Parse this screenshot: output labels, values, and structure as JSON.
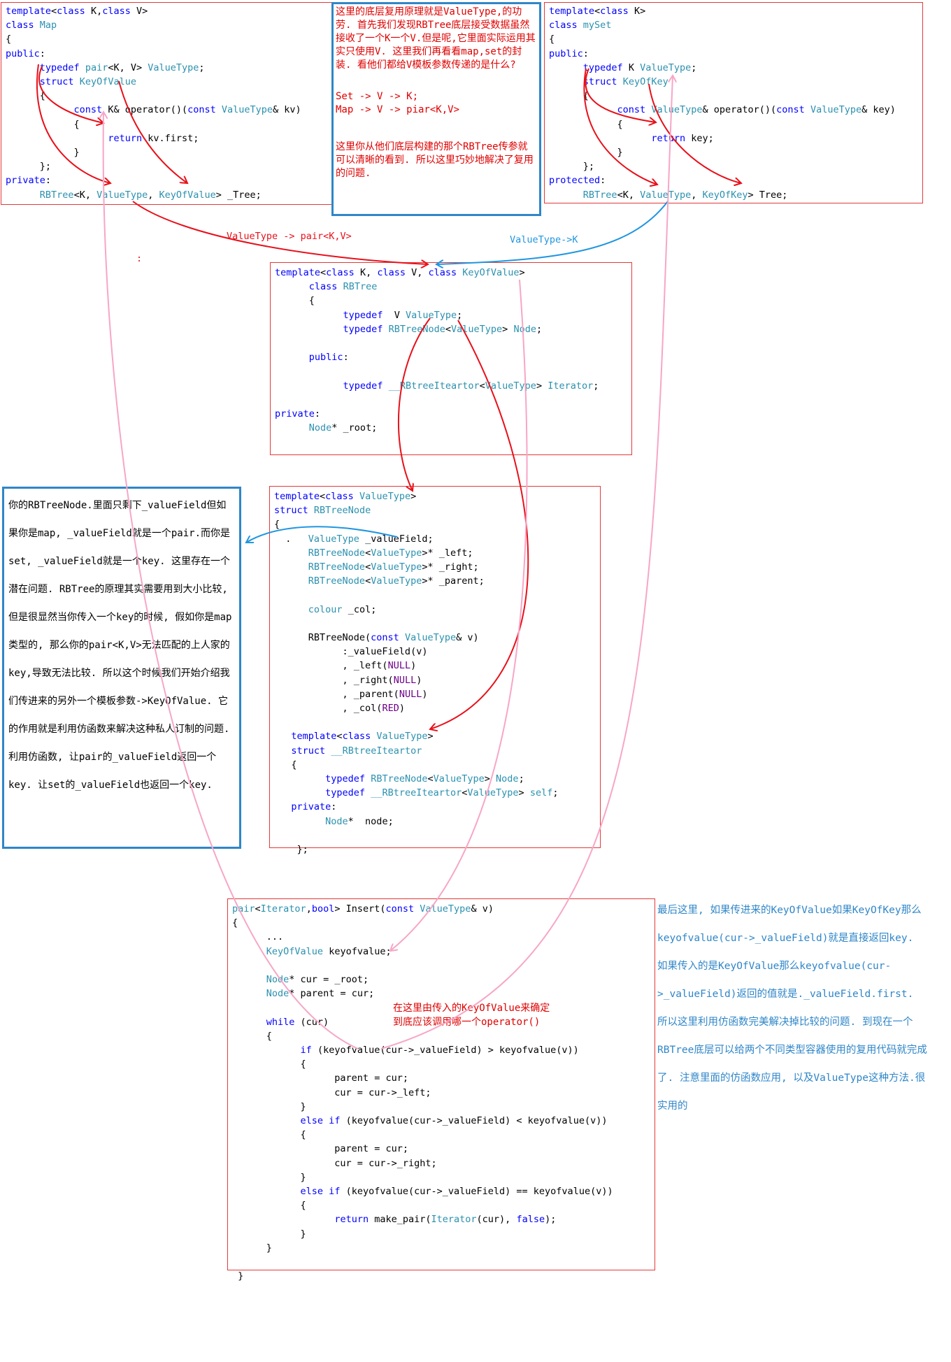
{
  "map_box": {
    "lines": [
      [
        {
          "t": "template",
          "c": "kw"
        },
        {
          "t": "<"
        },
        {
          "t": "class",
          "c": "kw"
        },
        {
          "t": " K,"
        },
        {
          "t": "class",
          "c": "kw"
        },
        {
          "t": " V>"
        }
      ],
      [
        {
          "t": "class",
          "c": "kw"
        },
        {
          "t": " "
        },
        {
          "t": "Map",
          "c": "ty"
        }
      ],
      [
        {
          "t": "{"
        }
      ],
      [
        {
          "t": "public",
          "c": "kw"
        },
        {
          "t": ":"
        }
      ],
      [
        {
          "t": "      "
        },
        {
          "t": "typedef",
          "c": "kw"
        },
        {
          "t": " "
        },
        {
          "t": "pair",
          "c": "ty"
        },
        {
          "t": "<K, V> "
        },
        {
          "t": "ValueType",
          "c": "ty"
        },
        {
          "t": ";"
        }
      ],
      [
        {
          "t": "      "
        },
        {
          "t": "struct",
          "c": "kw"
        },
        {
          "t": " "
        },
        {
          "t": "KeyOfValue",
          "c": "ty"
        }
      ],
      [
        {
          "t": "      {"
        }
      ],
      [
        {
          "t": "            "
        },
        {
          "t": "const",
          "c": "kw"
        },
        {
          "t": " K& operator()("
        },
        {
          "t": "const",
          "c": "kw"
        },
        {
          "t": " "
        },
        {
          "t": "ValueType",
          "c": "ty"
        },
        {
          "t": "& kv)"
        }
      ],
      [
        {
          "t": "            {"
        }
      ],
      [
        {
          "t": "                  "
        },
        {
          "t": "return",
          "c": "kw"
        },
        {
          "t": " kv.first;"
        }
      ],
      [
        {
          "t": "            }"
        }
      ],
      [
        {
          "t": "      };"
        }
      ],
      [
        {
          "t": "private",
          "c": "kw"
        },
        {
          "t": ":"
        }
      ],
      [
        {
          "t": "      "
        },
        {
          "t": "RBTree",
          "c": "ty"
        },
        {
          "t": "<K, "
        },
        {
          "t": "ValueType",
          "c": "ty"
        },
        {
          "t": ", "
        },
        {
          "t": "KeyOfValue",
          "c": "ty"
        },
        {
          "t": "> _Tree;"
        }
      ]
    ]
  },
  "center_note": {
    "para1": "这里的底层复用原理就是ValueType,的功劳. 首先我们发现RBTree底层接受数据虽然接收了一个K一个V.但是呢,它里面实际运用其实只使用V. 这里我们再看看map,set的封装. 看他们都给V模板参数传递的是什么?",
    "line_set": "Set -> V -> K;",
    "line_map": "Map -> V -> piar<K,V>",
    "para2": "这里你从他们底层构建的那个RBTree传参就可以清晰的看到. 所以这里巧妙地解决了复用的问题."
  },
  "set_box": {
    "lines": [
      [
        {
          "t": "template",
          "c": "kw"
        },
        {
          "t": "<"
        },
        {
          "t": "class",
          "c": "kw"
        },
        {
          "t": " K>"
        }
      ],
      [
        {
          "t": "class",
          "c": "kw"
        },
        {
          "t": " "
        },
        {
          "t": "mySet",
          "c": "ty"
        }
      ],
      [
        {
          "t": "{"
        }
      ],
      [
        {
          "t": "public",
          "c": "kw"
        },
        {
          "t": ":"
        }
      ],
      [
        {
          "t": "      "
        },
        {
          "t": "typedef",
          "c": "kw"
        },
        {
          "t": " K "
        },
        {
          "t": "ValueType",
          "c": "ty"
        },
        {
          "t": ";"
        }
      ],
      [
        {
          "t": "      "
        },
        {
          "t": "struct",
          "c": "kw"
        },
        {
          "t": " "
        },
        {
          "t": "KeyOfKey",
          "c": "ty"
        }
      ],
      [
        {
          "t": "      {"
        }
      ],
      [
        {
          "t": "            "
        },
        {
          "t": "const",
          "c": "kw"
        },
        {
          "t": " "
        },
        {
          "t": "ValueType",
          "c": "ty"
        },
        {
          "t": "& operator()("
        },
        {
          "t": "const",
          "c": "kw"
        },
        {
          "t": " "
        },
        {
          "t": "ValueType",
          "c": "ty"
        },
        {
          "t": "& key)"
        }
      ],
      [
        {
          "t": "            {"
        }
      ],
      [
        {
          "t": "                  "
        },
        {
          "t": "return",
          "c": "kw"
        },
        {
          "t": " key;"
        }
      ],
      [
        {
          "t": "            }"
        }
      ],
      [
        {
          "t": "      };"
        }
      ],
      [
        {
          "t": "protected",
          "c": "kw"
        },
        {
          "t": ":"
        }
      ],
      [
        {
          "t": "      "
        },
        {
          "t": "RBTree",
          "c": "ty"
        },
        {
          "t": "<K, "
        },
        {
          "t": "ValueType",
          "c": "ty"
        },
        {
          "t": ", "
        },
        {
          "t": "KeyOfKey",
          "c": "ty"
        },
        {
          "t": "> Tree;"
        }
      ]
    ]
  },
  "arrow_labels": {
    "map_to_rbtree": "ValueType -> pair<K,V>",
    "set_to_rbtree": "ValueType->K",
    "stray_colon": ":"
  },
  "rbtree_box": {
    "lines": [
      [
        {
          "t": "template",
          "c": "kw"
        },
        {
          "t": "<"
        },
        {
          "t": "class",
          "c": "kw"
        },
        {
          "t": " K, "
        },
        {
          "t": "class",
          "c": "kw"
        },
        {
          "t": " V, "
        },
        {
          "t": "class",
          "c": "kw"
        },
        {
          "t": " "
        },
        {
          "t": "KeyOfValue",
          "c": "ty"
        },
        {
          "t": ">"
        }
      ],
      [
        {
          "t": "      "
        },
        {
          "t": "class",
          "c": "kw"
        },
        {
          "t": " "
        },
        {
          "t": "RBTree",
          "c": "ty"
        }
      ],
      [
        {
          "t": "      {"
        }
      ],
      [
        {
          "t": "            "
        },
        {
          "t": "typedef",
          "c": "kw"
        },
        {
          "t": "  V "
        },
        {
          "t": "ValueType",
          "c": "ty"
        },
        {
          "t": ";"
        }
      ],
      [
        {
          "t": "            "
        },
        {
          "t": "typedef",
          "c": "kw"
        },
        {
          "t": " "
        },
        {
          "t": "RBTreeNode",
          "c": "ty"
        },
        {
          "t": "<"
        },
        {
          "t": "ValueType",
          "c": "ty"
        },
        {
          "t": "> "
        },
        {
          "t": "Node",
          "c": "ty"
        },
        {
          "t": ";"
        }
      ],
      [
        {
          "t": ""
        }
      ],
      [
        {
          "t": "      "
        },
        {
          "t": "public",
          "c": "kw"
        },
        {
          "t": ":"
        }
      ],
      [
        {
          "t": ""
        }
      ],
      [
        {
          "t": "            "
        },
        {
          "t": "typedef",
          "c": "kw"
        },
        {
          "t": " "
        },
        {
          "t": "__RBtreeIteartor",
          "c": "ty"
        },
        {
          "t": "<"
        },
        {
          "t": "ValueType",
          "c": "ty"
        },
        {
          "t": "> "
        },
        {
          "t": "Iterator",
          "c": "ty"
        },
        {
          "t": ";"
        }
      ],
      [
        {
          "t": ""
        }
      ],
      [
        {
          "t": "private",
          "c": "kw"
        },
        {
          "t": ":"
        }
      ],
      [
        {
          "t": "      "
        },
        {
          "t": "Node",
          "c": "ty"
        },
        {
          "t": "* _root;"
        }
      ]
    ]
  },
  "left_note": {
    "text": "你的RBTreeNode.里面只剩下_valueField但如果你是map, _valueField就是一个pair.而你是set, _valueField就是一个key. 这里存在一个潜在问题. RBTree的原理其实需要用到大小比较, 但是很显然当你传入一个key的时候, 假如你是map类型的, 那么你的pair<K,V>无法匹配的上人家的key,导致无法比较. 所以这个时候我们开始介绍我们传进来的另外一个模板参数->KeyOfValue. 它的作用就是利用仿函数来解决这种私人订制的问题. 利用仿函数, 让pair的_valueField返回一个key. 让set的_valueField也返回一个key."
  },
  "node_box": {
    "lines": [
      [
        {
          "t": "template",
          "c": "kw"
        },
        {
          "t": "<"
        },
        {
          "t": "class",
          "c": "kw"
        },
        {
          "t": " "
        },
        {
          "t": "ValueType",
          "c": "ty"
        },
        {
          "t": ">"
        }
      ],
      [
        {
          "t": "struct",
          "c": "kw"
        },
        {
          "t": " "
        },
        {
          "t": "RBTreeNode",
          "c": "ty"
        }
      ],
      [
        {
          "t": "{"
        }
      ],
      [
        {
          "t": "  .   "
        },
        {
          "t": "ValueType",
          "c": "ty"
        },
        {
          "t": " _valueField;"
        }
      ],
      [
        {
          "t": "      "
        },
        {
          "t": "RBTreeNode",
          "c": "ty"
        },
        {
          "t": "<"
        },
        {
          "t": "ValueType",
          "c": "ty"
        },
        {
          "t": ">* _left;"
        }
      ],
      [
        {
          "t": "      "
        },
        {
          "t": "RBTreeNode",
          "c": "ty"
        },
        {
          "t": "<"
        },
        {
          "t": "ValueType",
          "c": "ty"
        },
        {
          "t": ">* _right;"
        }
      ],
      [
        {
          "t": "      "
        },
        {
          "t": "RBTreeNode",
          "c": "ty"
        },
        {
          "t": "<"
        },
        {
          "t": "ValueType",
          "c": "ty"
        },
        {
          "t": ">* _parent;"
        }
      ],
      [
        {
          "t": ""
        }
      ],
      [
        {
          "t": "      "
        },
        {
          "t": "colour",
          "c": "ty"
        },
        {
          "t": " _col;"
        }
      ],
      [
        {
          "t": ""
        }
      ],
      [
        {
          "t": "      RBTreeNode("
        },
        {
          "t": "const",
          "c": "kw"
        },
        {
          "t": " "
        },
        {
          "t": "ValueType",
          "c": "ty"
        },
        {
          "t": "& v)"
        }
      ],
      [
        {
          "t": "            :_valueField(v)"
        }
      ],
      [
        {
          "t": "            , _left("
        },
        {
          "t": "NULL",
          "c": "mc"
        },
        {
          "t": ")"
        }
      ],
      [
        {
          "t": "            , _right("
        },
        {
          "t": "NULL",
          "c": "mc"
        },
        {
          "t": ")"
        }
      ],
      [
        {
          "t": "            , _parent("
        },
        {
          "t": "NULL",
          "c": "mc"
        },
        {
          "t": ")"
        }
      ],
      [
        {
          "t": "            , _col("
        },
        {
          "t": "RED",
          "c": "mc"
        },
        {
          "t": ")"
        }
      ],
      [
        {
          "t": ""
        }
      ],
      [
        {
          "t": "   "
        },
        {
          "t": "template",
          "c": "kw"
        },
        {
          "t": "<"
        },
        {
          "t": "class",
          "c": "kw"
        },
        {
          "t": " "
        },
        {
          "t": "ValueType",
          "c": "ty"
        },
        {
          "t": ">"
        }
      ],
      [
        {
          "t": "   "
        },
        {
          "t": "struct",
          "c": "kw"
        },
        {
          "t": " "
        },
        {
          "t": "__RBtreeIteartor",
          "c": "ty"
        }
      ],
      [
        {
          "t": "   {"
        }
      ],
      [
        {
          "t": "         "
        },
        {
          "t": "typedef",
          "c": "kw"
        },
        {
          "t": " "
        },
        {
          "t": "RBTreeNode",
          "c": "ty"
        },
        {
          "t": "<"
        },
        {
          "t": "ValueType",
          "c": "ty"
        },
        {
          "t": "> "
        },
        {
          "t": "Node",
          "c": "ty"
        },
        {
          "t": ";"
        }
      ],
      [
        {
          "t": "         "
        },
        {
          "t": "typedef",
          "c": "kw"
        },
        {
          "t": " "
        },
        {
          "t": "__RBtreeIteartor",
          "c": "ty"
        },
        {
          "t": "<"
        },
        {
          "t": "ValueType",
          "c": "ty"
        },
        {
          "t": "> "
        },
        {
          "t": "self",
          "c": "ty"
        },
        {
          "t": ";"
        }
      ],
      [
        {
          "t": "   "
        },
        {
          "t": "private",
          "c": "kw"
        },
        {
          "t": ":"
        }
      ],
      [
        {
          "t": "         "
        },
        {
          "t": "Node",
          "c": "ty"
        },
        {
          "t": "*  node;"
        }
      ],
      [
        {
          "t": ""
        }
      ],
      [
        {
          "t": "    };"
        }
      ]
    ]
  },
  "insert_box": {
    "lines": [
      [
        {
          "t": "pair",
          "c": "ty"
        },
        {
          "t": "<"
        },
        {
          "t": "Iterator",
          "c": "ty"
        },
        {
          "t": ","
        },
        {
          "t": "bool",
          "c": "kw"
        },
        {
          "t": "> Insert("
        },
        {
          "t": "const",
          "c": "kw"
        },
        {
          "t": " "
        },
        {
          "t": "ValueType",
          "c": "ty"
        },
        {
          "t": "& v)"
        }
      ],
      [
        {
          "t": "{"
        }
      ],
      [
        {
          "t": "      ..."
        }
      ],
      [
        {
          "t": "      "
        },
        {
          "t": "KeyOfValue",
          "c": "ty"
        },
        {
          "t": " keyofvalue;"
        }
      ],
      [
        {
          "t": ""
        }
      ],
      [
        {
          "t": "      "
        },
        {
          "t": "Node",
          "c": "ty"
        },
        {
          "t": "* cur = _root;"
        }
      ],
      [
        {
          "t": "      "
        },
        {
          "t": "Node",
          "c": "ty"
        },
        {
          "t": "* parent = cur;"
        }
      ],
      [
        {
          "t": ""
        }
      ],
      [
        {
          "t": "      "
        },
        {
          "t": "while",
          "c": "kw"
        },
        {
          "t": " (cur)"
        }
      ],
      [
        {
          "t": "      {"
        }
      ],
      [
        {
          "t": "            "
        },
        {
          "t": "if",
          "c": "kw"
        },
        {
          "t": " (keyofvalue(cur->_valueField) > keyofvalue(v))"
        }
      ],
      [
        {
          "t": "            {"
        }
      ],
      [
        {
          "t": "                  parent = cur;"
        }
      ],
      [
        {
          "t": "                  cur = cur->_left;"
        }
      ],
      [
        {
          "t": "            }"
        }
      ],
      [
        {
          "t": "            "
        },
        {
          "t": "else if",
          "c": "kw"
        },
        {
          "t": " (keyofvalue(cur->_valueField) < keyofvalue(v))"
        }
      ],
      [
        {
          "t": "            {"
        }
      ],
      [
        {
          "t": "                  parent = cur;"
        }
      ],
      [
        {
          "t": "                  cur = cur->_right;"
        }
      ],
      [
        {
          "t": "            }"
        }
      ],
      [
        {
          "t": "            "
        },
        {
          "t": "else if",
          "c": "kw"
        },
        {
          "t": " (keyofvalue(cur->_valueField) == keyofvalue(v))"
        }
      ],
      [
        {
          "t": "            {"
        }
      ],
      [
        {
          "t": "                  "
        },
        {
          "t": "return",
          "c": "kw"
        },
        {
          "t": " make_pair("
        },
        {
          "t": "Iterator",
          "c": "ty"
        },
        {
          "t": "(cur), "
        },
        {
          "t": "false",
          "c": "kw"
        },
        {
          "t": ");"
        }
      ],
      [
        {
          "t": "            }"
        }
      ],
      [
        {
          "t": "      }"
        }
      ],
      [
        {
          "t": ""
        }
      ],
      [
        {
          "t": " }"
        }
      ]
    ],
    "inline_note": "在这里由传入的KeyOfValue来确定\n到底应该调用哪一个operator()"
  },
  "right_note": {
    "text": "最后这里, 如果传进来的KeyOfValue如果KeyOfKey那么keyofvalue(cur->_valueField)就是直接返回key. 如果传入的是KeyOfValue那么keyofvalue(cur->_valueField)返回的值就是._valueField.first. 所以这里利用仿函数完美解决掉比较的问题. 到现在一个RBTree底层可以给两个不同类型容器使用的复用代码就完成了. 注意里面的仿函数应用, 以及ValueType这种方法.很实用的"
  },
  "colors": {
    "red_arrow": "#e8101a",
    "blue_arrow": "#2196e0",
    "pink_arrow": "#f7a6c6",
    "box_red": "#e23a3a",
    "box_blue": "#2f86c8"
  }
}
